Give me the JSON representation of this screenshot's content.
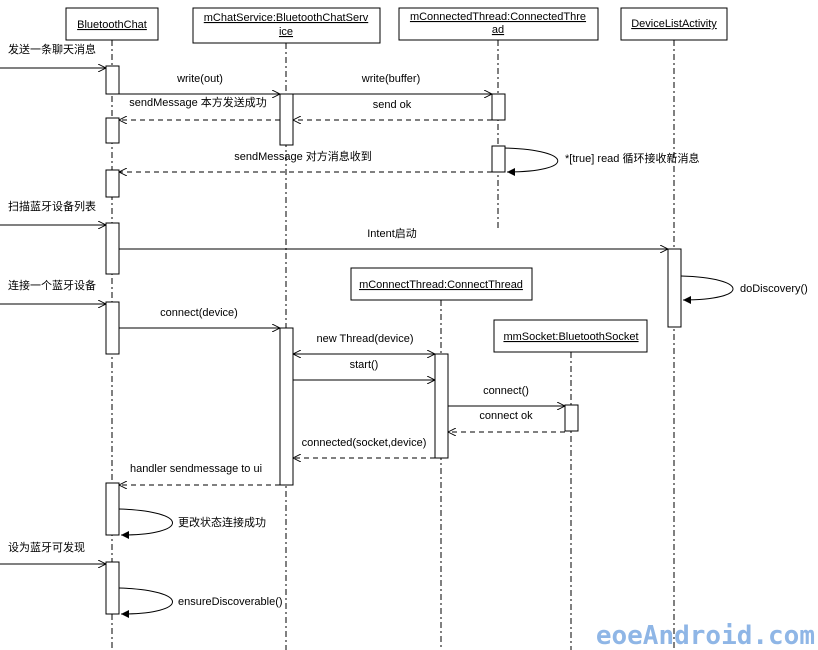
{
  "objects": {
    "bluetooth_chat": "BluetoothChat",
    "chat_service_l1": "mChatService:BluetoothChatServ",
    "chat_service_l2": "ice",
    "connected_thread_l1": "mConnectedThread:ConnectedThre",
    "connected_thread_l2": "ad",
    "device_list": "DeviceListActivity",
    "connect_thread": "mConnectThread:ConnectThread",
    "socket": "mmSocket:BluetoothSocket"
  },
  "triggers": {
    "send": "发送一条聊天消息",
    "scan": "扫描蓝牙设备列表",
    "connect": "连接一个蓝牙设备",
    "discoverable": "设为蓝牙可发现"
  },
  "messages": {
    "write_out": "write(out)",
    "write_buffer": "write(buffer)",
    "send_ok": "send ok",
    "send_message_sent": "sendMessage 本方发送成功",
    "read_loop": "*[true] read 循环接收新消息",
    "send_message_received": "sendMessage 对方消息收到",
    "intent_start": "Intent启动",
    "do_discovery": "doDiscovery()",
    "connect_device": "connect(device)",
    "new_thread": "new Thread(device)",
    "start": "start()",
    "connect": "connect()",
    "connect_ok": "connect ok",
    "connected": "connected(socket,device)",
    "handler_send": "handler sendmessage to ui",
    "change_state": "更改状态连接成功",
    "ensure_discoverable": "ensureDiscoverable()"
  },
  "watermark": "eoeAndroid.com"
}
